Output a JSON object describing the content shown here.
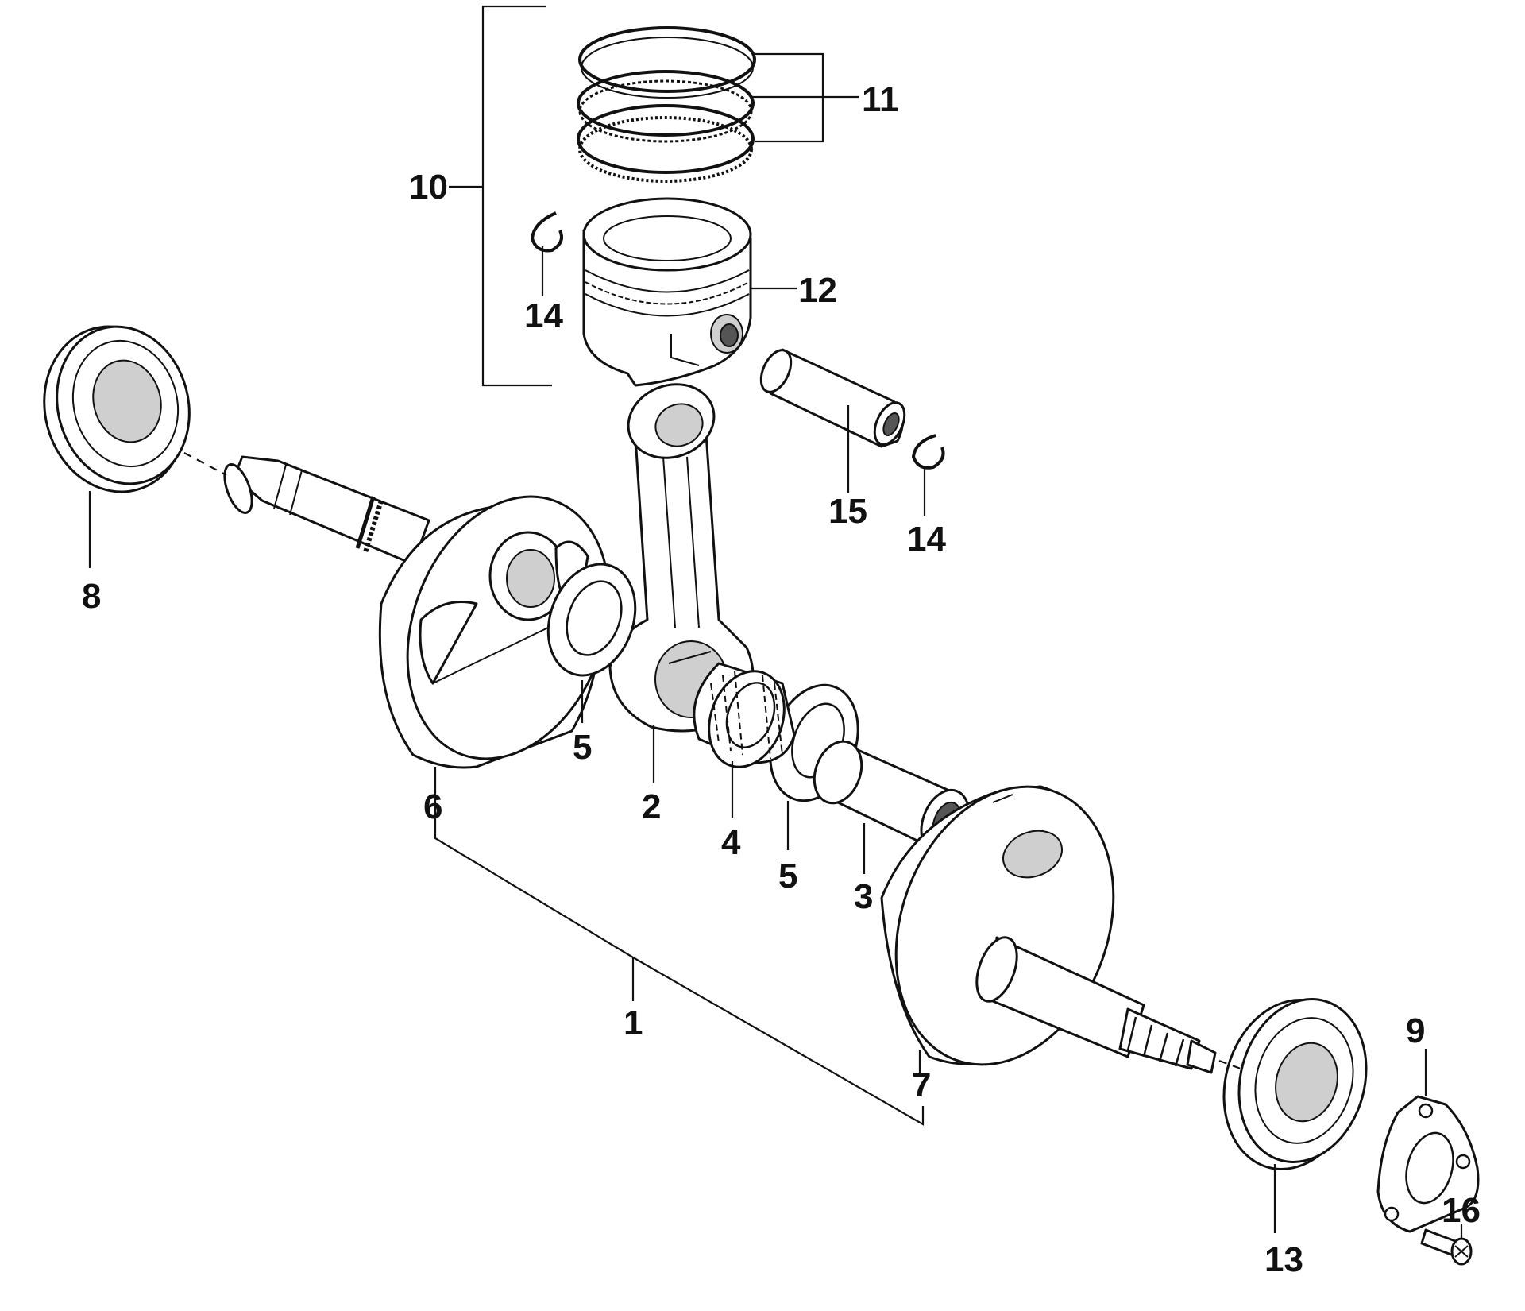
{
  "callouts": [
    {
      "id": "c1",
      "text": "1"
    },
    {
      "id": "c2",
      "text": "2"
    },
    {
      "id": "c3",
      "text": "3"
    },
    {
      "id": "c4",
      "text": "4"
    },
    {
      "id": "c5a",
      "text": "5"
    },
    {
      "id": "c5b",
      "text": "5"
    },
    {
      "id": "c6",
      "text": "6"
    },
    {
      "id": "c7",
      "text": "7"
    },
    {
      "id": "c8",
      "text": "8"
    },
    {
      "id": "c9",
      "text": "9"
    },
    {
      "id": "c10",
      "text": "10"
    },
    {
      "id": "c11",
      "text": "11"
    },
    {
      "id": "c12",
      "text": "12"
    },
    {
      "id": "c13",
      "text": "13"
    },
    {
      "id": "c14a",
      "text": "14"
    },
    {
      "id": "c14b",
      "text": "14"
    },
    {
      "id": "c15",
      "text": "15"
    },
    {
      "id": "c16",
      "text": "16"
    }
  ]
}
